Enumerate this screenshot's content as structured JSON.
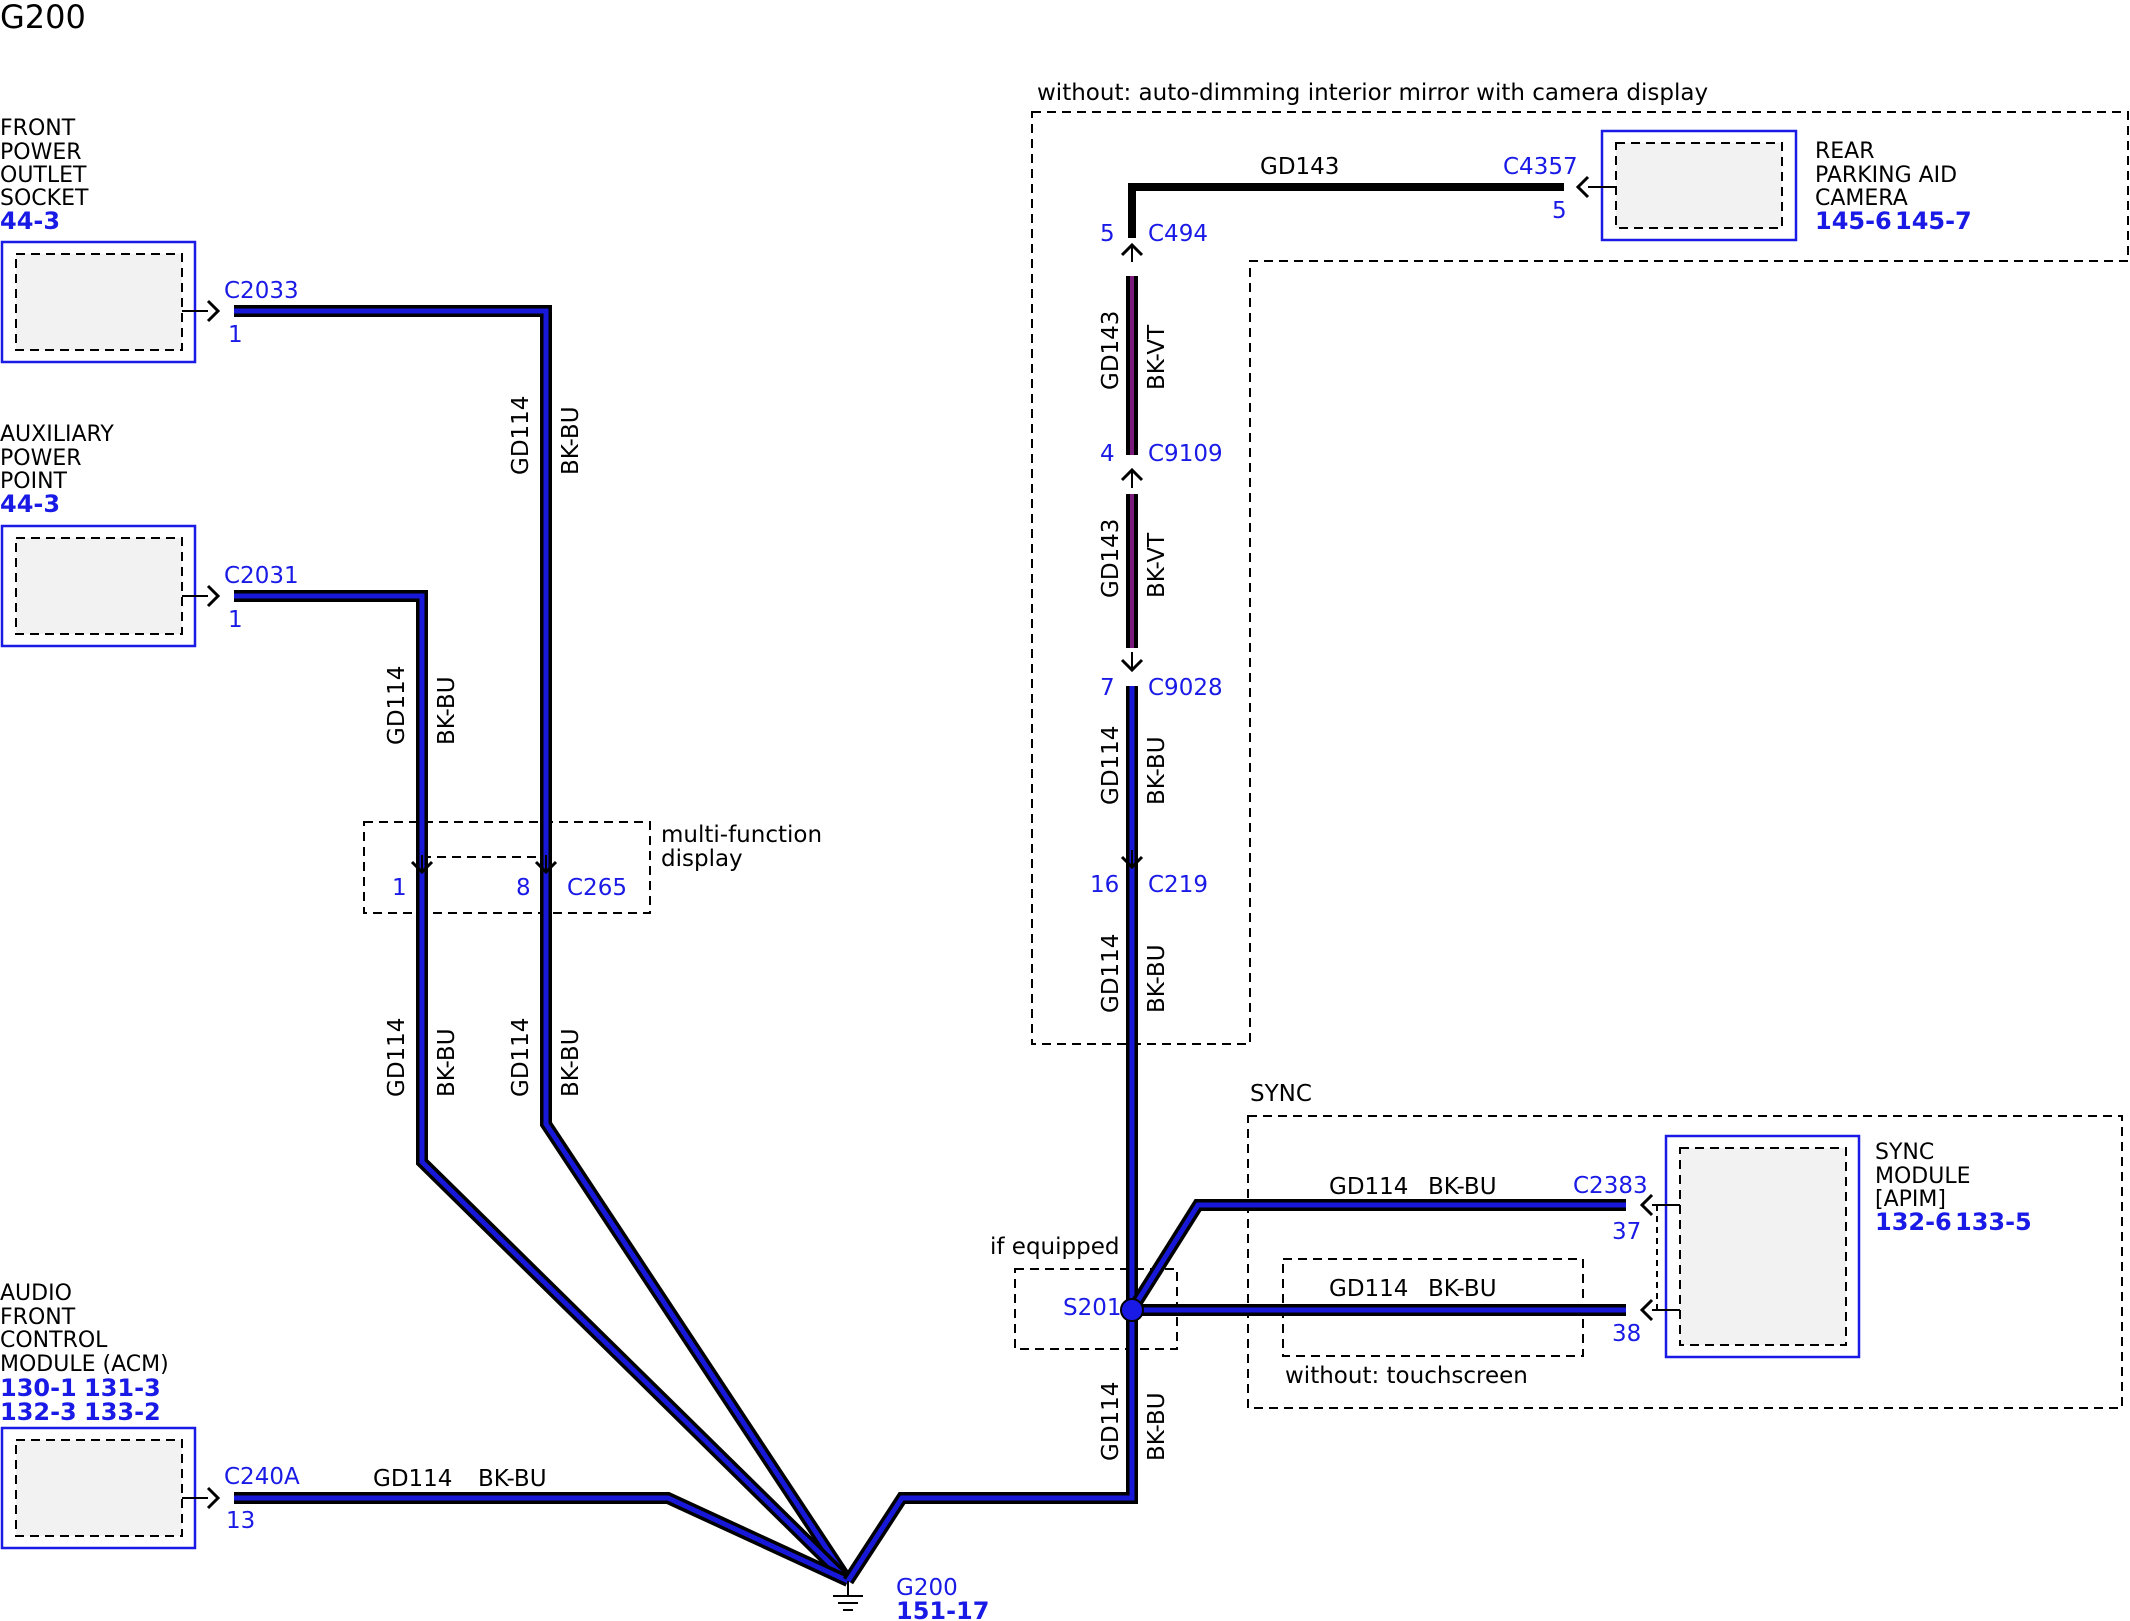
{
  "title": "G200",
  "components": {
    "front_power_outlet": {
      "name_lines": [
        "FRONT",
        "POWER",
        "OUTLET",
        "SOCKET"
      ],
      "ref": "44-3",
      "connector": "C2033",
      "pin": "1"
    },
    "auxiliary_power_point": {
      "name_lines": [
        "AUXILIARY",
        "POWER",
        "POINT"
      ],
      "ref": "44-3",
      "connector": "C2031",
      "pin": "1"
    },
    "audio_front_control_module": {
      "name_lines": [
        "AUDIO",
        "FRONT",
        "CONTROL",
        "MODULE (ACM)"
      ],
      "refs": [
        "130-1",
        "131-3",
        "132-3",
        "133-2"
      ],
      "connector": "C240A",
      "pin": "13"
    },
    "rear_parking_aid_camera": {
      "name_lines": [
        "REAR",
        "PARKING AID",
        "CAMERA"
      ],
      "refs": [
        "145-6",
        "145-7"
      ],
      "connector": "C4357",
      "pin": "5"
    },
    "sync_module": {
      "name_lines": [
        "SYNC",
        "MODULE",
        "[APIM]"
      ],
      "refs": [
        "132-6",
        "133-5"
      ],
      "connector": "C2383",
      "pins": [
        "37",
        "38"
      ]
    }
  },
  "regions": {
    "camera_condition": "without: auto-dimming interior mirror with camera display",
    "multi_function_display": [
      "multi-function",
      "display"
    ],
    "sync": "SYNC",
    "if_equipped": "if equipped",
    "without_touchscreen": "without: touchscreen"
  },
  "inline_connectors": [
    {
      "name": "C494",
      "pin": "5"
    },
    {
      "name": "C9109",
      "pin": "4"
    },
    {
      "name": "C9028",
      "pin": "7"
    },
    {
      "name": "C219",
      "pin": "16"
    },
    {
      "name": "C265",
      "pins": [
        "1",
        "8"
      ]
    }
  ],
  "splice": {
    "name": "S201"
  },
  "ground": {
    "name": "G200",
    "ref": "151-17"
  },
  "circuits": {
    "gd114": "GD114",
    "gd143": "GD143",
    "bk_bu": "BK-BU",
    "bk_vt": "BK-VT"
  },
  "colors": {
    "wire_black": "#000000",
    "wire_blue": "#1818d8",
    "wire_violet": "#7a1a7a",
    "connector_text": "#1a1ae6",
    "component_fill": "#f2f2f2"
  }
}
